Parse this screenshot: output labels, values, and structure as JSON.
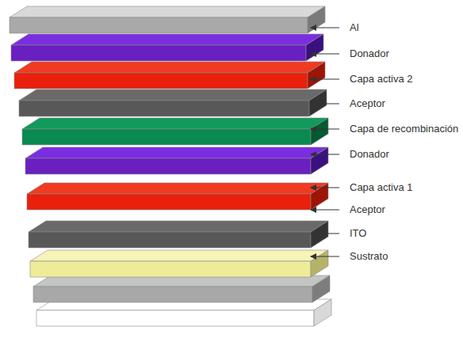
{
  "diagram": {
    "labels": [
      "Al",
      "Donador",
      "Capa activa 2",
      "Aceptor",
      "Capa de recombinación",
      "Donador",
      "Capa activa 1",
      "Aceptor",
      "ITO",
      "Sustrato"
    ]
  }
}
